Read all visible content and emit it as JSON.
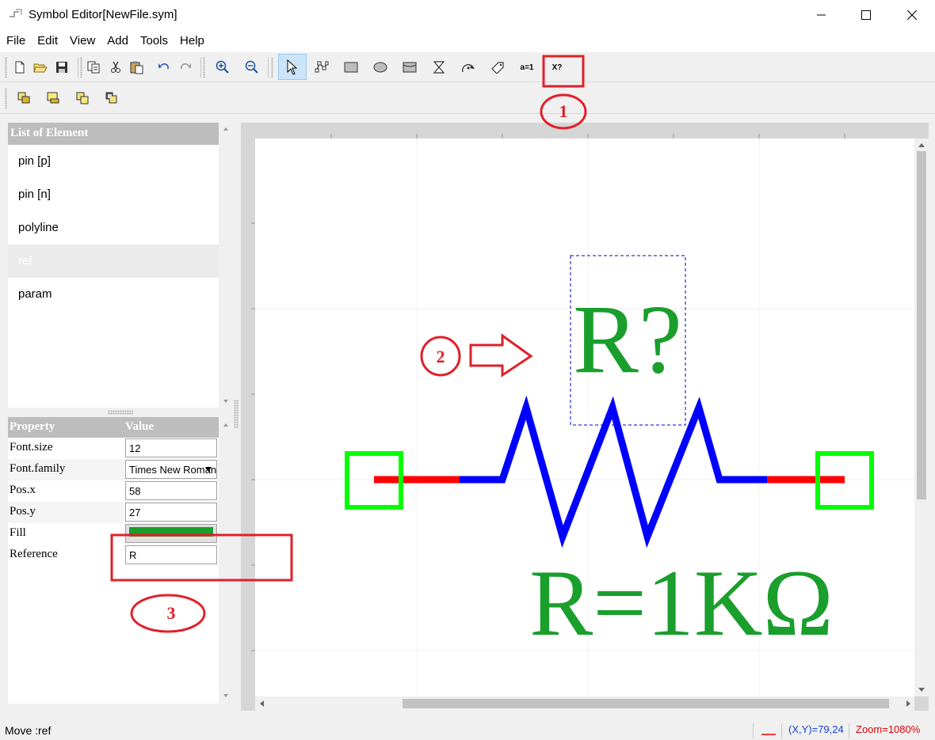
{
  "window": {
    "title": "Symbol Editor[NewFile.sym]"
  },
  "menu": [
    "File",
    "Edit",
    "View",
    "Add",
    "Tools",
    "Help"
  ],
  "toolbar": {
    "tools": [
      {
        "icon": "new-file-icon"
      },
      {
        "icon": "open-folder-icon"
      },
      {
        "icon": "save-icon"
      },
      {
        "icon": "copy-icon"
      },
      {
        "icon": "cut-icon"
      },
      {
        "icon": "paste-icon"
      },
      {
        "icon": "undo-icon"
      },
      {
        "icon": "redo-icon"
      },
      {
        "icon": "zoom-in-icon"
      },
      {
        "icon": "zoom-out-icon"
      },
      {
        "icon": "select-pointer-icon"
      },
      {
        "icon": "polyline-tool-icon"
      },
      {
        "icon": "rectangle-tool-icon"
      },
      {
        "icon": "ellipse-tool-icon"
      },
      {
        "icon": "arc-rectangle-tool-icon"
      },
      {
        "icon": "hourglass-tool-icon"
      },
      {
        "icon": "arc-tool-icon"
      },
      {
        "icon": "tag-tool-icon"
      }
    ],
    "param_tool_label": "a=1",
    "ref_tool_label": "X?"
  },
  "arrange_toolbar": [
    "bring-to-front-icon",
    "send-to-back-icon",
    "bring-forward-icon",
    "send-backward-icon"
  ],
  "elements_panel": {
    "header": "List of Element",
    "items": [
      "pin [p]",
      "pin [n]",
      "polyline",
      "ref",
      "param"
    ],
    "selected_index": 3
  },
  "properties_panel": {
    "header_property": "Property",
    "header_value": "Value",
    "rows": [
      {
        "name": "Font.size",
        "value": "12"
      },
      {
        "name": "Font.family",
        "value": "Times New Roman"
      },
      {
        "name": "Pos.x",
        "value": "58"
      },
      {
        "name": "Pos.y",
        "value": "27"
      },
      {
        "name": "Fill",
        "value": ""
      },
      {
        "name": "Reference",
        "value": "R"
      }
    ],
    "fill_color": "#1a9e2c"
  },
  "canvas": {
    "ref_text": "R?",
    "param_text": "R=1KΩ",
    "text_color": "#1a9e2c",
    "wire_color": "#ff0000",
    "body_color": "#0000ff",
    "pin_color": "#00ff00"
  },
  "annotations": {
    "label_1": "1",
    "label_2": "2",
    "label_3": "3",
    "color": "#e0202a"
  },
  "status": {
    "message": "Move :ref",
    "coords": "(X,Y)=79,24",
    "zoom": "Zoom=1080%"
  }
}
